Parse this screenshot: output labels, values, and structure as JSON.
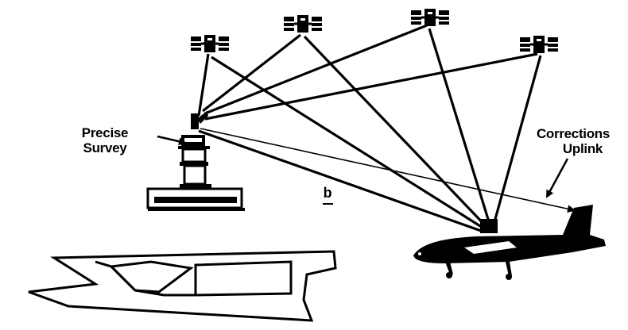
{
  "labels": {
    "precise_survey": [
      "Precise",
      "Survey"
    ],
    "corrections_uplink": [
      "Corrections",
      "Uplink"
    ],
    "figure_letter": "b"
  },
  "icons": [
    "satellite-icon",
    "control-tower-icon",
    "aircraft-icon",
    "runway-icon"
  ],
  "colors": {
    "ink": "#000000",
    "background": "#ffffff"
  }
}
